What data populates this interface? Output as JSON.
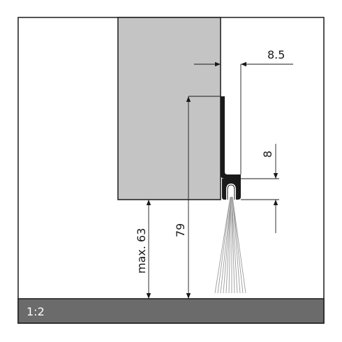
{
  "drawing": {
    "scale_label": "1:2",
    "dimensions": {
      "offset": "8.5",
      "profile_height": "8",
      "max_gap": "max. 63",
      "total_height": "79"
    },
    "colors": {
      "door": "#c4c4c4",
      "floor": "#6b6b6b",
      "profile": "#1a1a1a",
      "brush": "#9a9a9a",
      "frame": "#1a1a1a"
    }
  }
}
